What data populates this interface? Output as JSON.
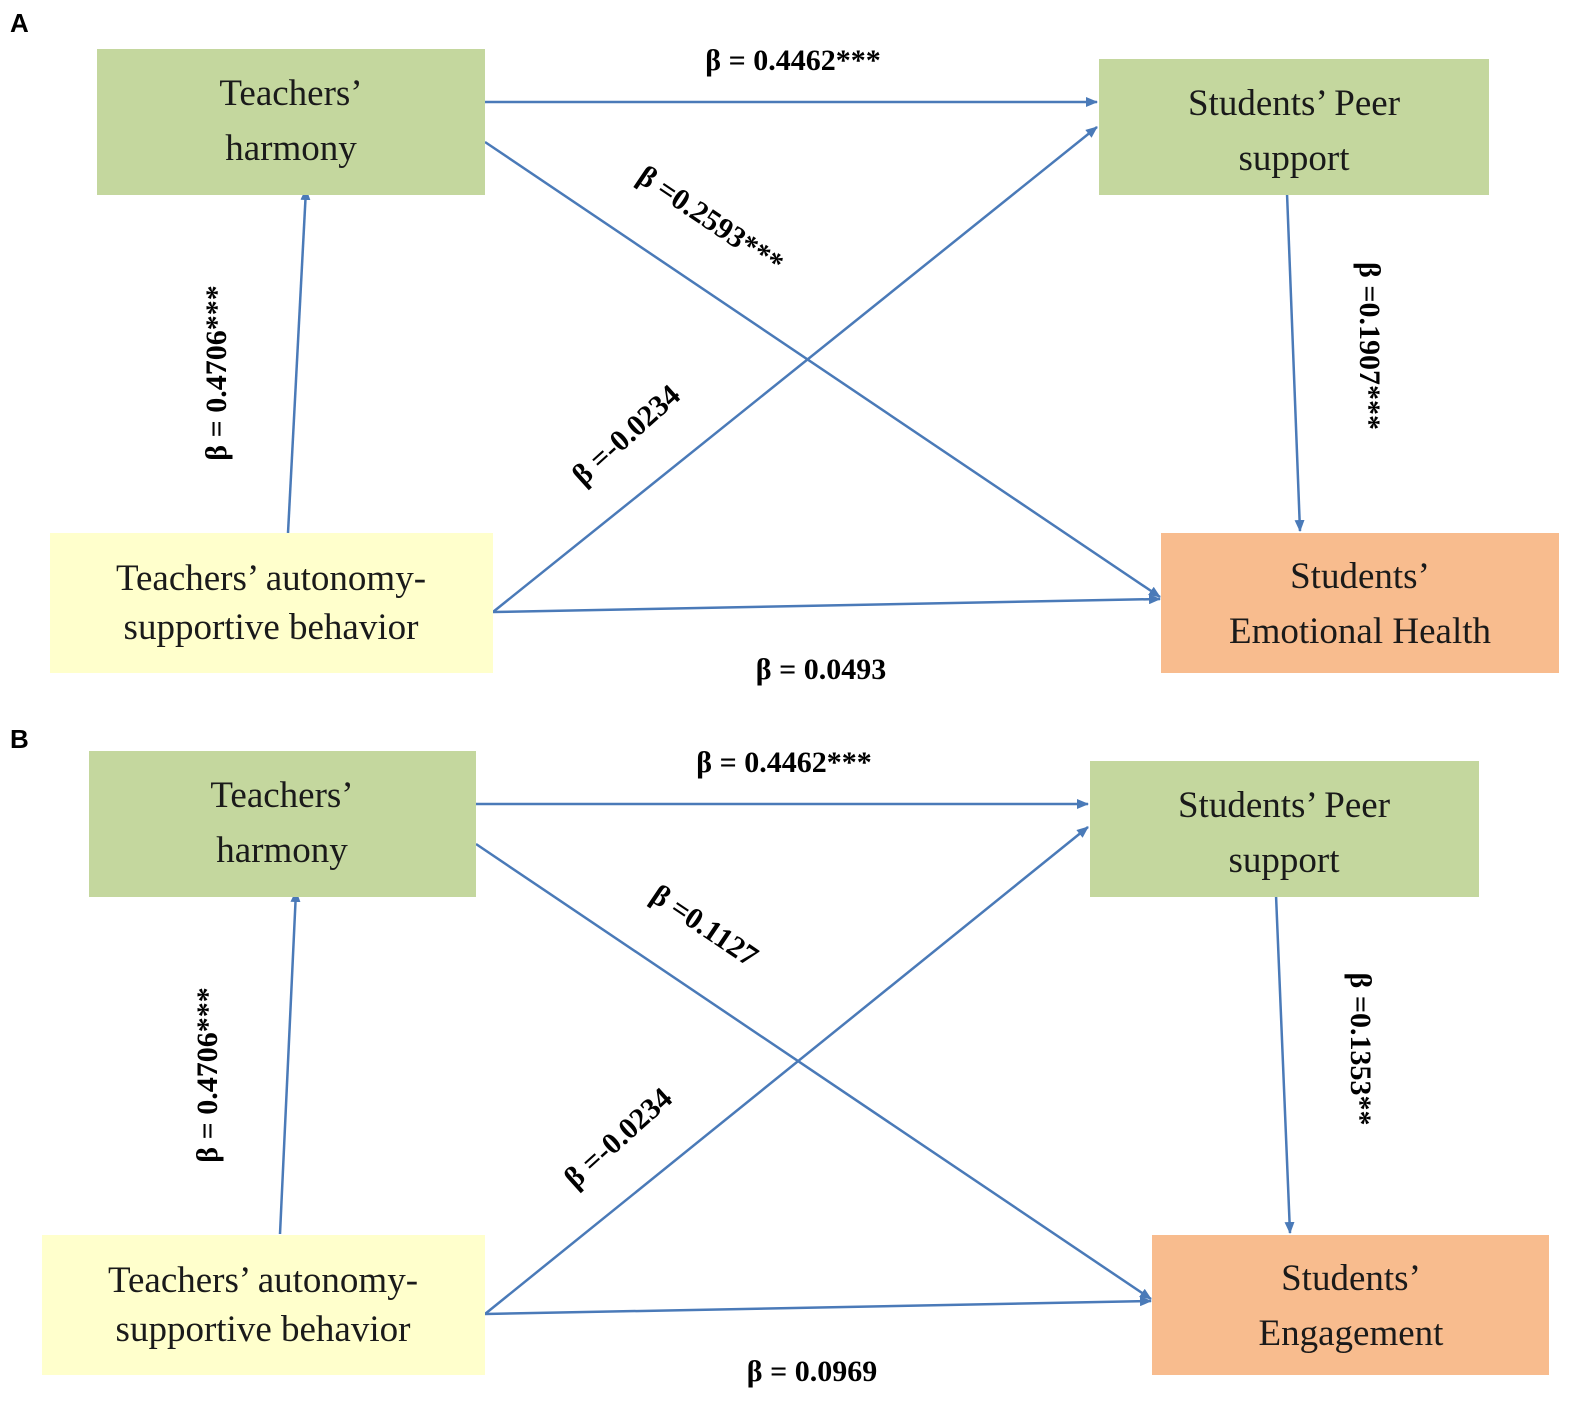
{
  "colors": {
    "arrow": "#4a7ab8",
    "green_box": "#c4d79e",
    "yellow_box": "#ffffcc",
    "orange_box": "#f8bc8e"
  },
  "panels": [
    {
      "letter": "A",
      "nodes": {
        "harmony": [
          "Teachers’",
          "harmony"
        ],
        "peer": [
          "Students’ Peer",
          "support"
        ],
        "autonomy": [
          "Teachers’ autonomy-",
          "supportive behavior"
        ],
        "outcome": [
          "Students’",
          "Emotional Health"
        ]
      },
      "paths": {
        "harmony_to_peer": "β = 0.4462***",
        "harmony_to_outcome": "β =0.2593***",
        "autonomy_to_peer": "β =-0.0234",
        "autonomy_to_harmony": "β = 0.4706***",
        "peer_to_outcome": "β =0.1907***",
        "autonomy_to_outcome": "β = 0.0493"
      }
    },
    {
      "letter": "B",
      "nodes": {
        "harmony": [
          "Teachers’",
          "harmony"
        ],
        "peer": [
          "Students’ Peer",
          "support"
        ],
        "autonomy": [
          "Teachers’ autonomy-",
          "supportive behavior"
        ],
        "outcome": [
          "Students’",
          "Engagement"
        ]
      },
      "paths": {
        "harmony_to_peer": "β = 0.4462***",
        "harmony_to_outcome": "β =0.1127",
        "autonomy_to_peer": "β =-0.0234",
        "autonomy_to_harmony": "β = 0.4706***",
        "peer_to_outcome": "β =0.1353**",
        "autonomy_to_outcome": "β = 0.0969"
      }
    }
  ]
}
